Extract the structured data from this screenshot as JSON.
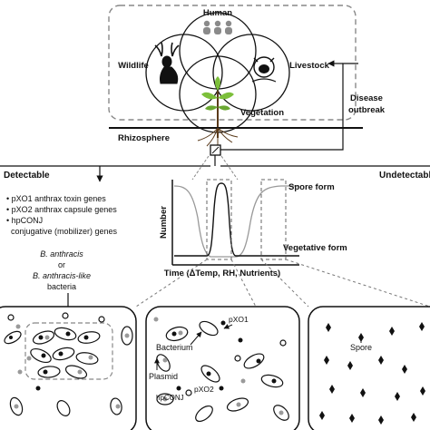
{
  "onehealth": {
    "human": "Human",
    "wildlife": "Wildlife",
    "livestock": "Livestock",
    "vegetation": "Vegetation",
    "rhizosphere": "Rhizosphere",
    "disease_outbreak_line1": "Disease",
    "disease_outbreak_line2": "outbreak"
  },
  "detectable": {
    "title": "Detectable",
    "bullets": [
      "pXO1 anthrax toxin genes",
      "pXO2 anthrax capsule genes",
      "hpCONJ",
      "conjugative (mobilizer) genes"
    ],
    "organism_line1": "B. anthracis",
    "organism_line2": "or",
    "organism_line3": "B. anthracis-like",
    "organism_line4": "bacteria"
  },
  "undetectable": {
    "title": "Undetectable"
  },
  "chart": {
    "ylabel": "Number",
    "xlabel": "Time (ΔTemp, RH, Nutrients)",
    "spore_form": "Spore form",
    "vegetative_form": "Vegetative form"
  },
  "panels": {
    "pxo1": "pXO1",
    "bacterium": "Bacterium",
    "plasmid": "Plasmid",
    "pxo2": "pXO2",
    "hpconj": "hpCONJ",
    "spore": "Spore"
  },
  "colors": {
    "line": "#111111",
    "dashed": "#888888",
    "plasmid_grey": "#9a9a9a",
    "panel_fill": "#ffffff",
    "plant_green": "#7cbf3a"
  },
  "icons": [
    "human-icon",
    "deer-icon",
    "cow-icon",
    "plant-icon",
    "bacterium-icon",
    "spore-icon"
  ]
}
